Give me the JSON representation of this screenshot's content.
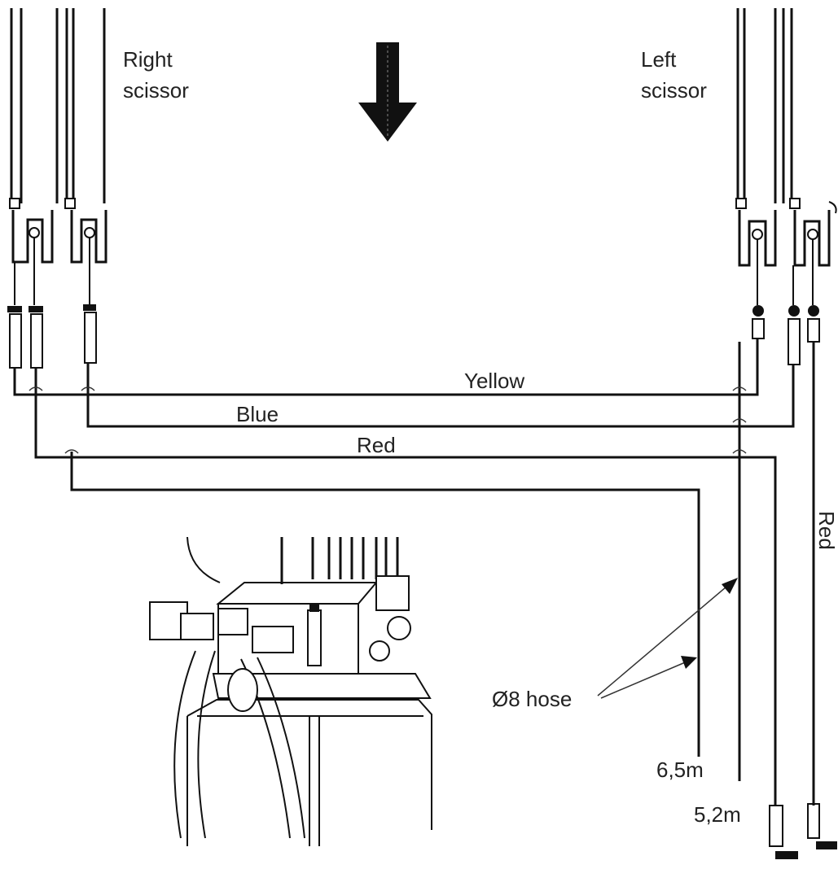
{
  "labels": {
    "right_scissor_line1": "Right",
    "right_scissor_line2": "scissor",
    "left_scissor_line1": "Left",
    "left_scissor_line2": "scissor",
    "hose_yellow": "Yellow",
    "hose_blue": "Blue",
    "hose_red": "Red",
    "hose_red_vertical": "Red",
    "hose_diameter": "Ø8 hose",
    "length_a": "6,5m",
    "length_b": "5,2m"
  },
  "icons": {
    "direction_arrow": "down-arrow-icon"
  }
}
